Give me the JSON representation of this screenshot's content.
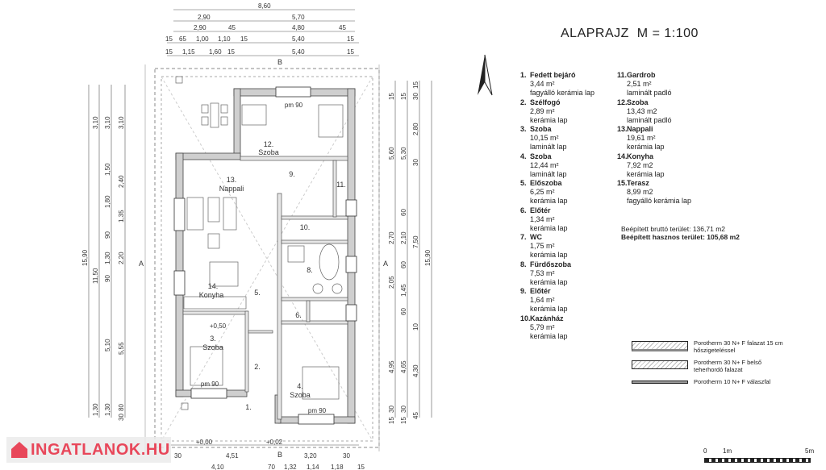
{
  "title": "ALAPRAJZ  M = 1:100",
  "rooms": [
    {
      "num": "1.",
      "name": "Fedett bejáró",
      "area": "3,44 m²",
      "floor": "fagyálló kerámia lap"
    },
    {
      "num": "2.",
      "name": "Szélfogó",
      "area": " 2,89 m²",
      "floor": "kerámia lap"
    },
    {
      "num": "3.",
      "name": "Szoba",
      "area": "10,15 m²",
      "floor": "laminált lap"
    },
    {
      "num": "4.",
      "name": "Szoba",
      "area": "12,44 m²",
      "floor": "laminált lap"
    },
    {
      "num": "5.",
      "name": "Előszoba",
      "area": "6,25 m²",
      "floor": "kerámia lap"
    },
    {
      "num": "6.",
      "name": "Előtér",
      "area": "1,34 m²",
      "floor": "kerámia lap"
    },
    {
      "num": "7.",
      "name": "WC",
      "area": "1,75 m²",
      "floor": "kerámia lap"
    },
    {
      "num": "8.",
      "name": "Fürdőszoba",
      "area": "7,53 m²",
      "floor": "kerámia lap"
    },
    {
      "num": "9.",
      "name": "Előtér",
      "area": "1,64 m²",
      "floor": "kerámia lap"
    },
    {
      "num": "10.",
      "name": "Kazánház",
      "area": "5,79 m²",
      "floor": "kerámia lap"
    },
    {
      "num": "11.",
      "name": "Gardrob",
      "area": "2,51 m²",
      "floor": "laminált padló"
    },
    {
      "num": "12.",
      "name": "Szoba",
      "area": "13,43 m2",
      "floor": "laminált padló"
    },
    {
      "num": "13.",
      "name": "Nappali",
      "area": "19,61 m²",
      "floor": "kerámia lap"
    },
    {
      "num": "14.",
      "name": "Konyha",
      "area": "7,92 m2",
      "floor": "kerámia lap"
    },
    {
      "num": "15.",
      "name": "Terasz",
      "area": "8,99 m2",
      "floor": "fagyálló kerámia lap"
    }
  ],
  "totals": {
    "brutto": "Beépített bruttó terület: 136,71 m2",
    "hasznos": "Beépített hasznos terület:  105,68 m2"
  },
  "legend": [
    {
      "line1": "Porotherm 30 N+ F falazat 15 cm",
      "line2": "hőszigeteléssel"
    },
    {
      "line1": "Porotherm 30 N+ F belső",
      "line2": "teherhordó falazat"
    },
    {
      "line1": "Porotherm 10 N+ F válaszfal",
      "line2": ""
    }
  ],
  "scale": {
    "zero": "0",
    "one": "1m",
    "five": "5m"
  },
  "watermark": "INGATLANOK.HU",
  "plan": {
    "labels": {
      "r13n": "13.",
      "r13": "Nappali",
      "r12n": "12.",
      "r12": "Szoba",
      "r14n": "14.",
      "r14": "Konyha",
      "r3n": "3.",
      "r3": "Szoba",
      "r4n": "4.",
      "r4": "Szoba",
      "r1": "1.",
      "r2": "2.",
      "r5": "5.",
      "r6": "6.",
      "r8": "8.",
      "r9": "9.",
      "r10": "10.",
      "r11": "11.",
      "pm1": "pm 90",
      "pm2": "pm 90",
      "pm3": "pm 90",
      "lvl0": "+0,00",
      "lvl2": "+0,02",
      "lvl5": "+0,50",
      "secA": "A",
      "secB": "B"
    },
    "dims_top": [
      [
        "8,60"
      ],
      [
        "2,90",
        "5,70"
      ],
      [
        "2,90",
        "45",
        "4,80",
        "45"
      ],
      [
        "15",
        "65",
        "1,00",
        "1,10",
        "15",
        "5,40",
        "15"
      ],
      [
        "15",
        "1,15",
        "1,60",
        "15",
        "5,40",
        "15"
      ]
    ],
    "dims_left": [
      [
        "15,90"
      ],
      [
        "3,10",
        "11,50",
        "1,30"
      ],
      [
        "3,10",
        "1,50",
        "1,80",
        "90",
        "1,30",
        "90",
        "5,10",
        "1,30"
      ],
      [
        "3,10",
        "2,40",
        "1,35",
        "2,20",
        "5,55",
        "80",
        "30"
      ]
    ],
    "dims_right": [
      [
        "15",
        "5,60",
        "2,70",
        "2,05",
        "4,95",
        "30",
        "15"
      ],
      [
        "15",
        "5,30",
        "60",
        "2,10",
        "60",
        "1,45",
        "60",
        "4,65",
        "30",
        "15"
      ],
      [
        "15",
        "30",
        "2,80",
        "30",
        "7,50",
        "10",
        "4,30",
        "45"
      ],
      [
        "15,90"
      ]
    ],
    "dims_bottom": [
      [
        "30",
        "4,51",
        "3,20",
        "30"
      ],
      [
        "4,10",
        "70",
        "1,32",
        "1,14",
        "1,18",
        "15"
      ]
    ]
  }
}
